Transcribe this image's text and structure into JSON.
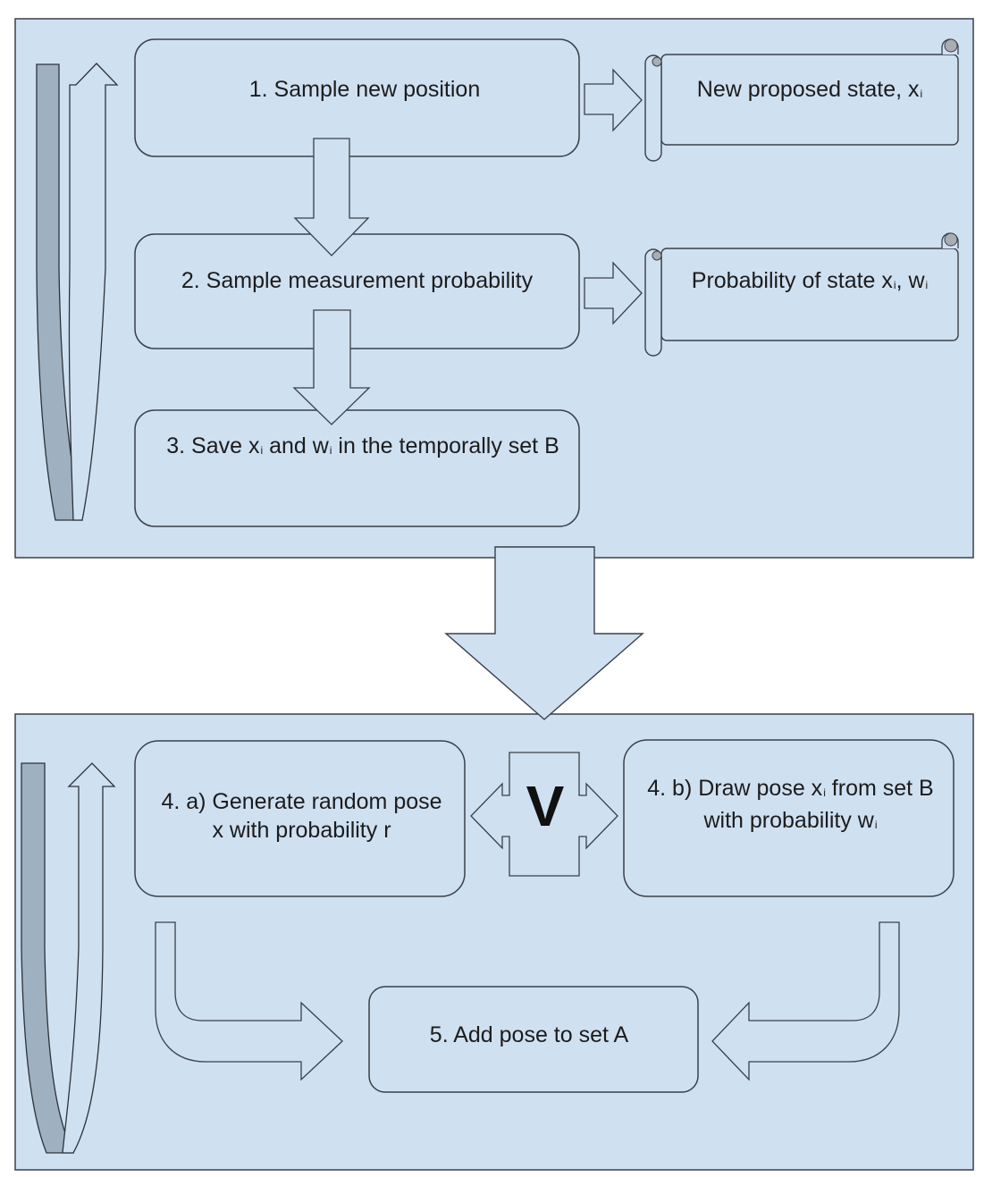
{
  "diagram": {
    "colors": {
      "panel_fill": "#cfe0f1",
      "stroke": "#3a4048",
      "loop_band_fill": "#9fb0c1",
      "scroll_curl_fill": "#a9aeb4",
      "text": "#1c1c1c"
    },
    "top_panel": {
      "steps": [
        {
          "id": "1",
          "label": "1. Sample new position"
        },
        {
          "id": "2",
          "label": "2. Sample measurement probability"
        },
        {
          "id": "3",
          "label_parts": [
            "3. Save x",
            "i",
            " and w",
            "i",
            " in the temporally set B"
          ]
        }
      ],
      "outputs": [
        {
          "from": "1",
          "label_parts": [
            "New proposed state, x",
            "i"
          ]
        },
        {
          "from": "2",
          "label_parts": [
            "Probability of state x",
            "i",
            ", w",
            "i"
          ]
        }
      ],
      "loop_icon": "loop-arrow-icon"
    },
    "transition_arrow": "big-down-arrow-icon",
    "bottom_panel": {
      "steps": [
        {
          "id": "4a",
          "label": "4. a) Generate random pose x with probability r"
        },
        {
          "id": "4b",
          "label_parts": [
            "4. b) Draw pose x",
            "i",
            " from set B with probability w",
            "i"
          ]
        },
        {
          "id": "5",
          "label": "5. Add pose to set A"
        }
      ],
      "operator": "V",
      "loop_icon": "loop-arrow-icon"
    }
  }
}
